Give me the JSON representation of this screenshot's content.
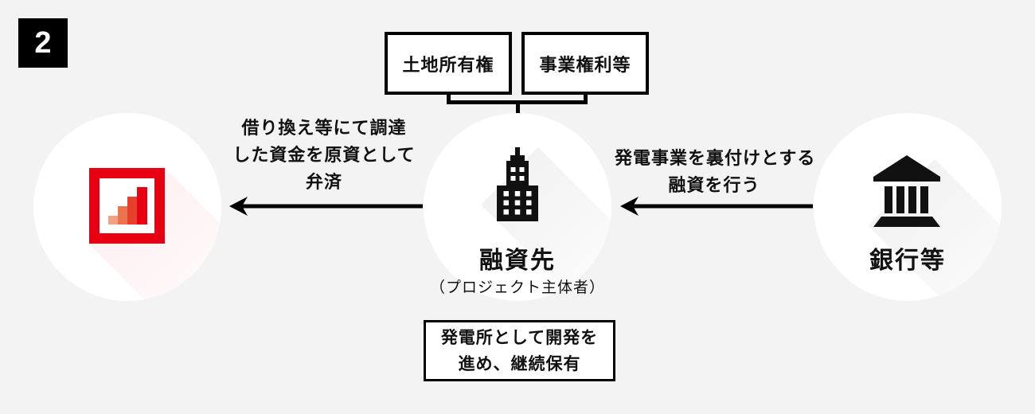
{
  "badge": {
    "label": "2"
  },
  "top_boxes": {
    "land": {
      "label": "土地所有権"
    },
    "rights": {
      "label": "事業権利等"
    }
  },
  "nodes": {
    "investor": {
      "icon": "bar-chart-logo"
    },
    "borrower": {
      "title": "融資先",
      "subtitle": "（プロジェクト主体者）",
      "icon": "building-icon"
    },
    "bank": {
      "title": "銀行等",
      "icon": "bank-icon"
    }
  },
  "arrows": {
    "repayment": {
      "direction": "left",
      "lines": [
        "借り換え等にて調達",
        "した資金を原資として",
        "弁済"
      ]
    },
    "loan": {
      "direction": "left",
      "lines": [
        "発電事業を裏付けとする",
        "融資を行う"
      ]
    }
  },
  "bottom_box": {
    "lines": [
      "発電所として開発を",
      "進め、継続保有"
    ]
  },
  "colors": {
    "background": "#f3f3f3",
    "line": "#000000",
    "accent_red": "#e60012",
    "logo_bar_colors": [
      "#f2a183",
      "#ec7350",
      "#e6402c",
      "#e60012"
    ]
  }
}
